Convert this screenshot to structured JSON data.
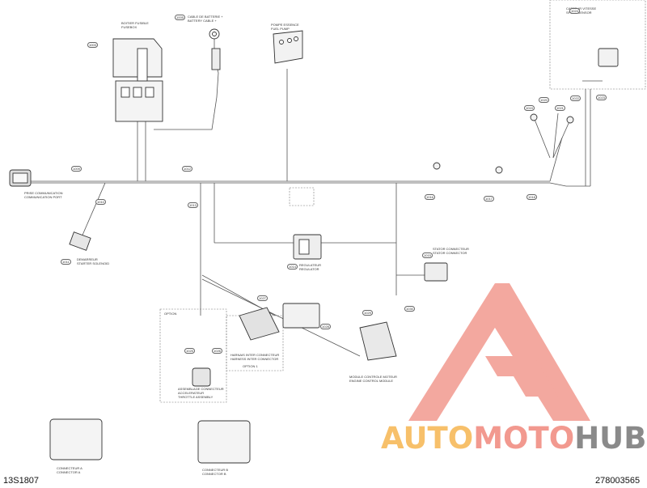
{
  "labels": {
    "fuse_box": "BOITIER FUSIBLE\nFUSEBOX",
    "battery_cable": "CABLE DE BATTERIE +\nBATTERY CABLE +",
    "fuel_pump": "POMPE ESSENCE\nFUEL PUMP",
    "diag_port": "PRISE COMMUNICATION\nCOMMUNICATION PORT",
    "starter": "DEMARREUR\nSTARTER SOLENOID",
    "regulator": "REGULATEUR\nREGULATOR",
    "stator": "STATOR CONNECTEUR\nSTATOR CONNECTOR",
    "option": "OPTION",
    "option1": "OPTION 1",
    "harness_inter": "HARNAIS INTER CONNECTEUR\nHARNESS INTER CONNECTOR",
    "throttle": "ASSEMBLAGE CONNECTEUR\nACCELERATEUR\nTHROTTLE ASSEMBLY",
    "ecm": "MODULE CONTROLE MOTEUR\nENGINE CONTROL MODULE",
    "sensor": "CAPTEUR VITESSE\nSPEED SENSOR",
    "connector_a": "CONNECTEUR A\nCONNECTOR A",
    "connector_b": "CONNECTEUR B\nCONNECTOR B"
  },
  "part_numbers": [
    "1003",
    "1005",
    "1009",
    "1010",
    "1011",
    "1012",
    "1013",
    "1014",
    "1015",
    "1016",
    "1017",
    "1018",
    "1019",
    "1020",
    "1021",
    "1022",
    "1023",
    "1024",
    "1025",
    "1026",
    "1027",
    "1028",
    "1029",
    "1030"
  ],
  "footer": {
    "drawing_code": "13S1807",
    "part_code": "278003565"
  },
  "watermark": {
    "auto": "AUTO",
    "moto": "MOTO",
    "hub": "HUB",
    "logo_color": "#f2998f"
  }
}
